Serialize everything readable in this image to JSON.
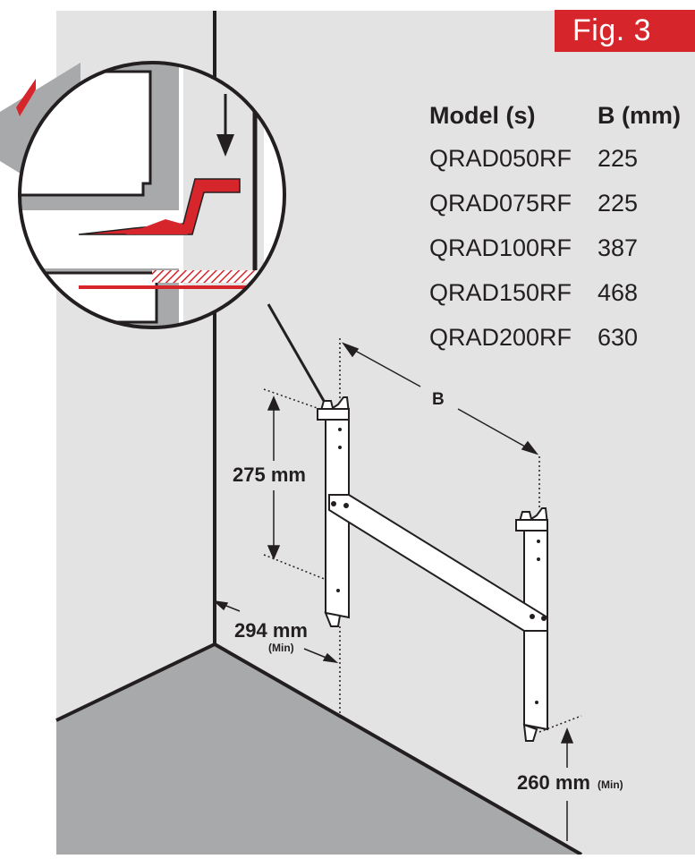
{
  "figure_label": "Fig. 3",
  "table": {
    "headers": [
      "Model (s)",
      "B (mm)"
    ],
    "rows": [
      [
        "QRAD050RF",
        "225"
      ],
      [
        "QRAD075RF",
        "225"
      ],
      [
        "QRAD100RF",
        "387"
      ],
      [
        "QRAD150RF",
        "468"
      ],
      [
        "QRAD200RF",
        "630"
      ]
    ]
  },
  "dimensions": {
    "b_label": "B",
    "height_label": "275 mm",
    "side_label": "294 mm",
    "side_min": "(Min)",
    "floor_label": "260 mm",
    "floor_min": "(Min)"
  },
  "colors": {
    "wall": "#e3e3e4",
    "floor": "#a8a9ab",
    "accent": "#d7262b",
    "line": "#231f20"
  }
}
